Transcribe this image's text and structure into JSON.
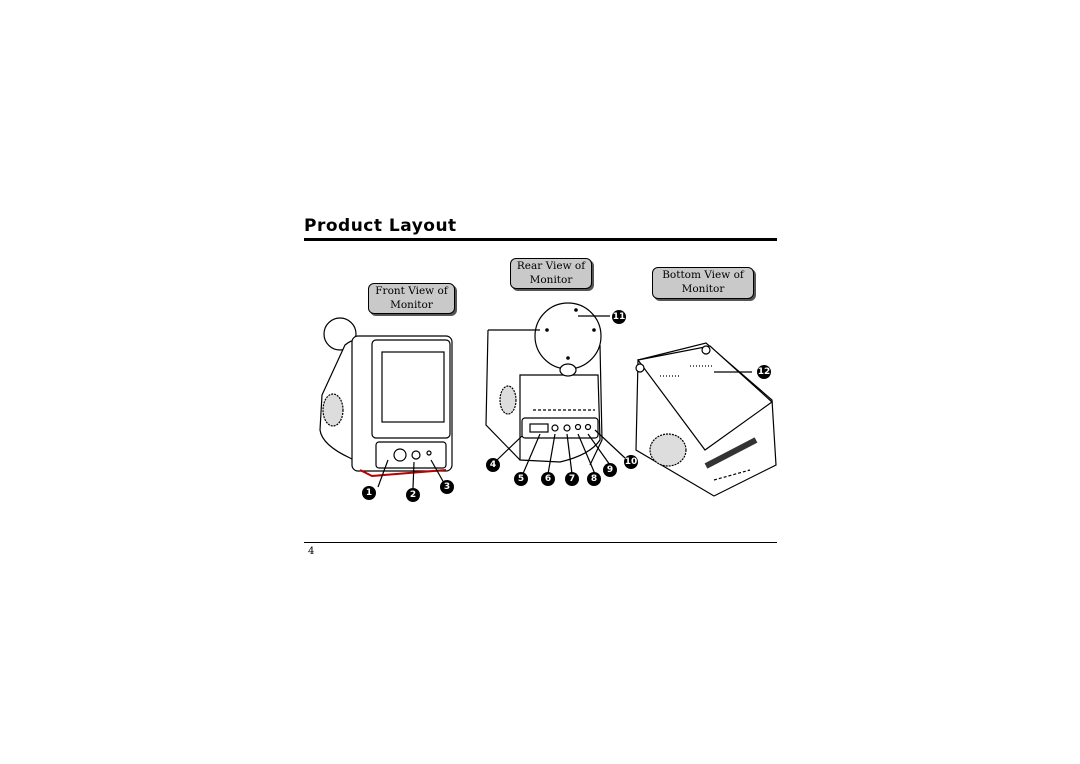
{
  "title": "Product Layout",
  "labels": {
    "front": [
      "Front View of",
      "Monitor"
    ],
    "rear": [
      "Rear View of",
      "Monitor"
    ],
    "bottom": [
      "Bottom View of",
      "Monitor"
    ]
  },
  "callouts": [
    "1",
    "2",
    "3",
    "4",
    "5",
    "6",
    "7",
    "8",
    "9",
    "10",
    "11",
    "12"
  ],
  "page_number": "4"
}
